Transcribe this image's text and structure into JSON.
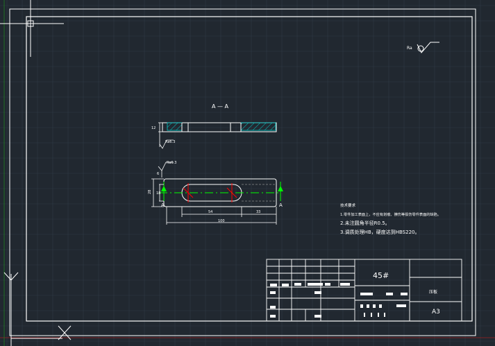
{
  "colors": {
    "background": "#212830",
    "grid": "#2f3a45",
    "line": "#ffffff",
    "hatch": "#00c8c8",
    "center_line": "#00ff00",
    "cut_mark": "#ff0000",
    "axis_red": "#a02020",
    "axis_green": "#208020"
  },
  "drawing": {
    "section_label": "A — A",
    "section_arrow_left": "A",
    "section_arrow_right": "A",
    "roughness_top_right": "Ra",
    "roughness_section": "Ra6.3",
    "roughness_plan": "Ra6.3",
    "dim_thickness": "12",
    "dim_width": "28",
    "dim_slot_width": "18",
    "dim_slot_depth": "6",
    "dim_54": "54",
    "dim_33": "33",
    "dim_100": "100"
  },
  "notes": {
    "title": "技术要求",
    "line1": "1.零件加工表面上，不应有划痕、擦伤等损伤零件表面的缺陷。",
    "line2": "2.未注圆角半径R0.5。",
    "line3": "3.调质处理HB，硬度达到HBS220。"
  },
  "title_block": {
    "material": "45#",
    "part_name": "压板",
    "sheet_size": "A3"
  },
  "ucs_icon": {
    "y_label": "Y"
  }
}
